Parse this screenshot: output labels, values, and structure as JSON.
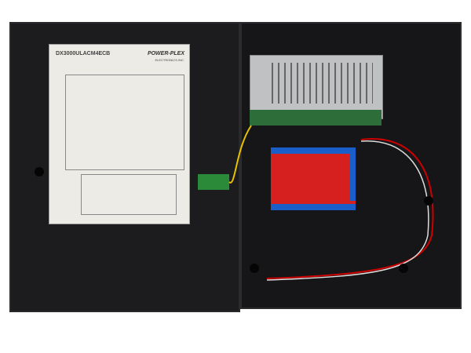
{
  "label": {
    "model": "DX3000ULACM4ECB",
    "brand": "POWER-PLEX",
    "brand_sub": "ELECTRONICS INC."
  }
}
